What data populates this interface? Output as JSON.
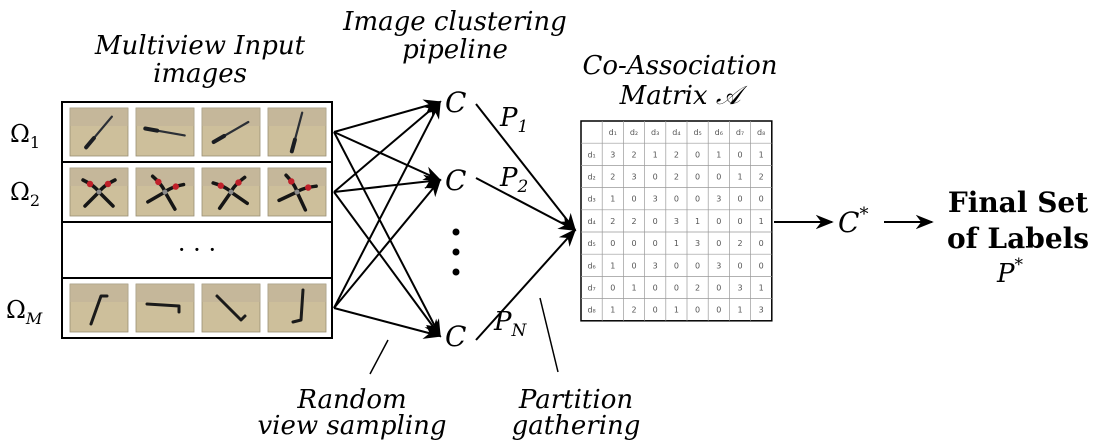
{
  "labels": {
    "input_images_line1": "Multiview Input",
    "input_images_line2": "images",
    "pipeline_line1": "Image clustering",
    "pipeline_line2": "pipeline",
    "coassoc_line1": "Co-Association",
    "coassoc_line2": "Matrix 𝒜",
    "final_line1": "Final Set",
    "final_line2": "of Labels",
    "final_symbol": "P*",
    "random_line1": "Random",
    "random_line2": "view sampling",
    "partition_line1": "Partition",
    "partition_line2": "gathering",
    "ellipsis_row": "· · ·",
    "c_star": "C*"
  },
  "views": [
    {
      "label": "Ω₁",
      "object": "screwdriver"
    },
    {
      "label": "Ω₂",
      "object": "pliers"
    },
    {
      "label": "Ω_M",
      "object": "allen-key"
    }
  ],
  "clusterers": [
    {
      "symbol": "C",
      "partition": "P₁"
    },
    {
      "symbol": "C",
      "partition": "P₂"
    },
    {
      "symbol": "C",
      "partition": "P_N"
    }
  ],
  "matrix": {
    "headers": [
      "d₁",
      "d₂",
      "d₃",
      "d₄",
      "d₅",
      "d₆",
      "d₇",
      "d₈"
    ],
    "rows": [
      [
        3,
        2,
        1,
        2,
        0,
        1,
        0,
        1
      ],
      [
        2,
        3,
        0,
        2,
        0,
        0,
        1,
        2
      ],
      [
        1,
        0,
        3,
        0,
        0,
        3,
        0,
        0
      ],
      [
        2,
        2,
        0,
        3,
        1,
        0,
        0,
        1
      ],
      [
        0,
        0,
        0,
        1,
        3,
        0,
        2,
        0
      ],
      [
        1,
        0,
        3,
        0,
        0,
        3,
        0,
        0
      ],
      [
        0,
        1,
        0,
        0,
        2,
        0,
        3,
        1
      ],
      [
        1,
        2,
        0,
        1,
        0,
        0,
        1,
        3
      ]
    ]
  }
}
